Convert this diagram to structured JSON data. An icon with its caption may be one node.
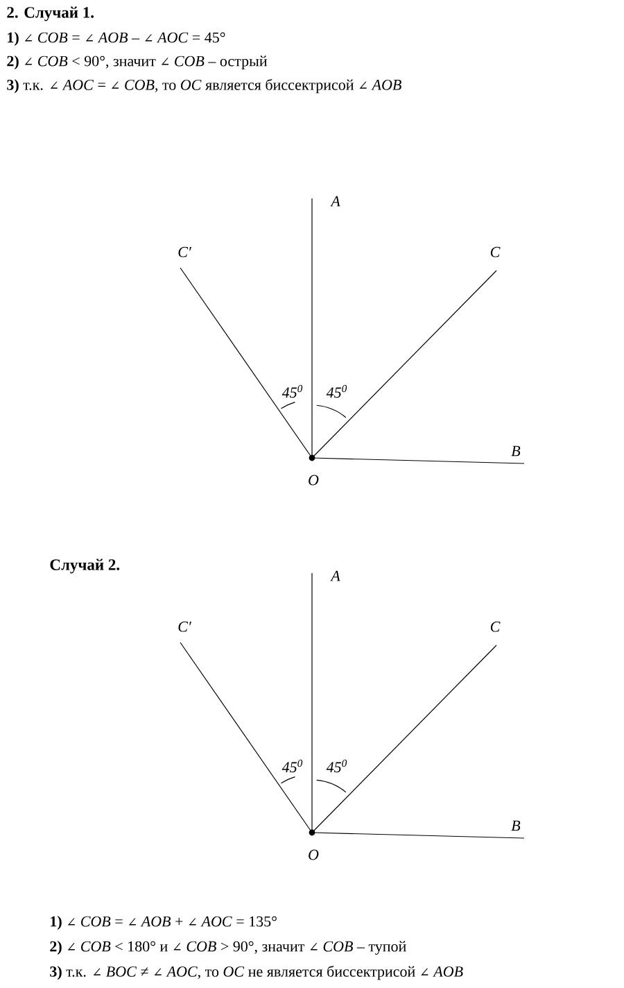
{
  "diagram": {
    "labels": [
      "**2.**    **Случай 1.**",
      "**1)** ∠ *COB* = ∠ *AOB* – ∠ *AOC* = 45°",
      "**2)** ∠ *COB* < 90°, значит ∠ *COB* – острый",
      "**3)** т.к. ∠ *AOC* = ∠ *COB*, то *OC* является биссектрисой ∠ *AOB*",
      "A",
      "C′",
      "C",
      "45$^{0}$",
      "45$^{0}$",
      "B",
      "O",
      "Случай 2.",
      "A",
      "C′",
      "C",
      "45$^{0}$",
      "45$^{0}$",
      "B",
      "O",
      "**1)** ∠ *COB* = ∠ *AOB* + ∠ *AOC* = 135°",
      "**2)** ∠ *COB* < 180° и ∠ *COB* > 90°, значит ∠ *COB* – тупой",
      "**3)** т.к. ∠ *BOC* ≠ ∠ *AOC*, то *OC* не является биссектрисой ∠ *AOB*"
    ]
  }
}
